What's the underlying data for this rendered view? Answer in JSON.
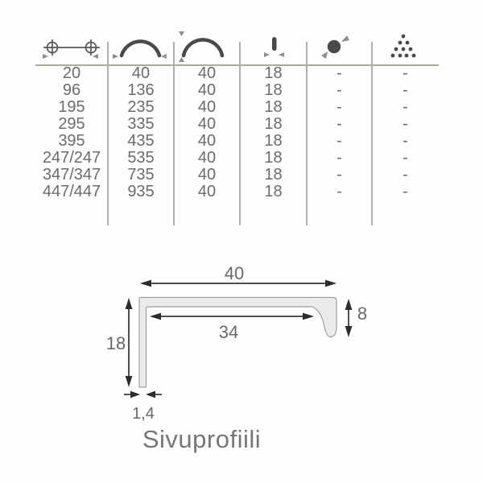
{
  "table": {
    "column_icons": [
      "hole-distance-icon",
      "handle-length-icon",
      "handle-height-icon",
      "projection-depth-icon",
      "diameter-icon",
      "quantity-dots-icon"
    ],
    "rows": [
      [
        "20",
        "40",
        "40",
        "18",
        "-",
        "-"
      ],
      [
        "96",
        "136",
        "40",
        "18",
        "-",
        "-"
      ],
      [
        "195",
        "235",
        "40",
        "18",
        "-",
        "-"
      ],
      [
        "295",
        "335",
        "40",
        "18",
        "-",
        "-"
      ],
      [
        "395",
        "435",
        "40",
        "18",
        "-",
        "-"
      ],
      [
        "247/247",
        "535",
        "40",
        "18",
        "-",
        "-"
      ],
      [
        "347/347",
        "735",
        "40",
        "18",
        "-",
        "-"
      ],
      [
        "447/447",
        "935",
        "40",
        "18",
        "-",
        "-"
      ]
    ]
  },
  "drawing": {
    "title": "Sivuprofiili",
    "dim_width": "40",
    "dim_inner_width": "34",
    "dim_left_height": "18",
    "dim_right_height": "8",
    "dim_thickness": "1,4"
  },
  "colors": {
    "background": "#ffffff",
    "table_line": "#b3afa8",
    "table_text": "#6e6b68",
    "icon_dark": "#4a4a48",
    "icon_arrow_gray": "#8f8d8a",
    "dimension_dark": "#2c2c2a",
    "dimension_text": "#6b6967",
    "profile_fill": "#ebebe9",
    "profile_stroke": "#9e9e9c",
    "title_text": "#787674"
  }
}
